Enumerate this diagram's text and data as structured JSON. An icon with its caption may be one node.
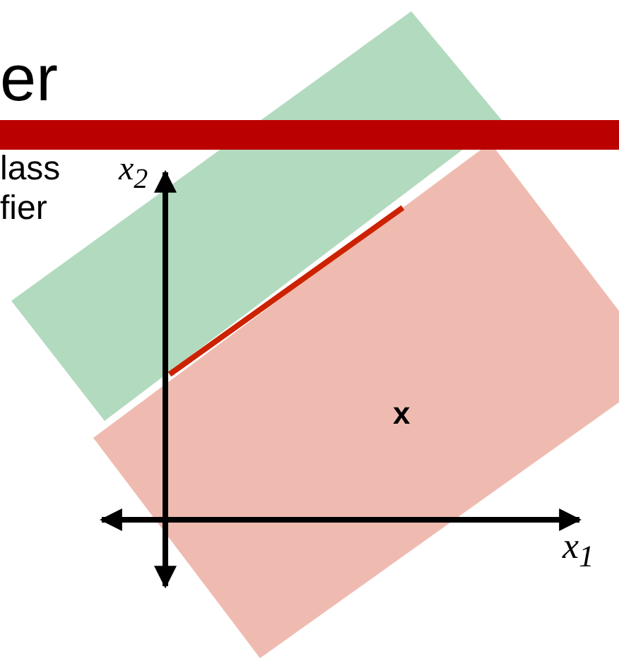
{
  "diagram": {
    "labels": [
      "er",
      "lass",
      "fier",
      "x$_{2}$",
      "x",
      "x$_{1}$"
    ]
  }
}
